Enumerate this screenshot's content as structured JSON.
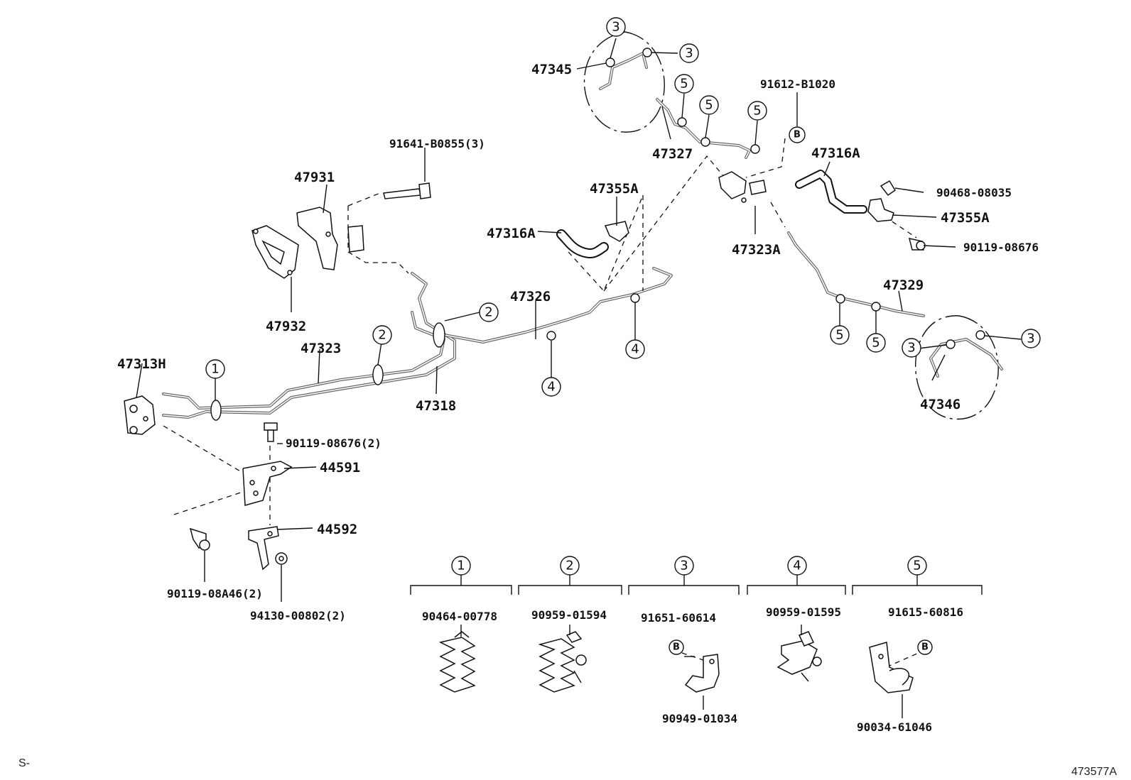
{
  "labels": {
    "p47345": "47345",
    "p91612_b1020": "91612-B1020",
    "p47327": "47327",
    "p47316a_right": "47316A",
    "p90468_08035": "90468-08035",
    "p47355a_right": "47355A",
    "p90119_08676": "90119-08676",
    "p47323a": "47323A",
    "p91641_b0855": "91641-B0855(3)",
    "p47931": "47931",
    "p47355a_left": "47355A",
    "p47316a_left": "47316A",
    "p47932": "47932",
    "p47326": "47326",
    "p47329": "47329",
    "p47313h": "47313H",
    "p47323": "47323",
    "p47318": "47318",
    "p47346": "47346",
    "p90119_08676_2": "90119-08676(2)",
    "p44591": "44591",
    "p44592": "44592",
    "p90119_08a46_2": "90119-08A46(2)",
    "p94130_00802_2": "94130-00802(2)",
    "p90464_00778": "90464-00778",
    "p90959_01594": "90959-01594",
    "p91651_60614": "91651-60614",
    "p90959_01595": "90959-01595",
    "p91615_60816": "91615-60816",
    "p90949_01034": "90949-01034",
    "p90034_61046": "90034-61046"
  },
  "callouts": {
    "one": "1",
    "two": "2",
    "three": "3",
    "four": "4",
    "five": "5",
    "b": "B"
  },
  "corner_left": "S-",
  "figure_code": "473577A"
}
